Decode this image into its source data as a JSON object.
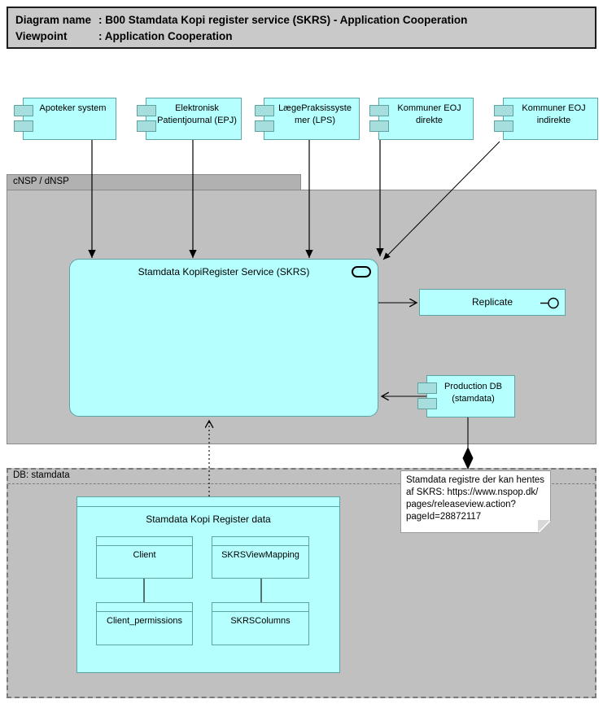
{
  "title_bar": {
    "rows": [
      {
        "label": "Diagram name",
        "value": ": B00 Stamdata Kopi register service (SKRS) - Application Cooperation"
      },
      {
        "label": "Viewpoint",
        "value": ": Application Cooperation"
      }
    ]
  },
  "components": [
    {
      "label": "Apoteker system"
    },
    {
      "label": "Elektronisk Patientjournal (EPJ)"
    },
    {
      "label": "LægePraksissystemer (LPS)"
    },
    {
      "label": "Kommuner EOJ direkte"
    },
    {
      "label": "Kommuner EOJ indirekte"
    }
  ],
  "cnsp_container": {
    "label": "cNSP / dNSP"
  },
  "skrs_service": {
    "label": "Stamdata KopiRegister Service (SKRS)"
  },
  "replicate": {
    "label": "Replicate"
  },
  "production_db": {
    "label": "Production DB (stamdata)"
  },
  "db_container": {
    "label": "DB: stamdata"
  },
  "register_data": {
    "title": "Stamdata Kopi Register data",
    "tables": [
      {
        "label": "Client"
      },
      {
        "label": "SKRSViewMapping"
      },
      {
        "label": "Client_permissions"
      },
      {
        "label": "SKRSColumns"
      }
    ]
  },
  "note": {
    "lines": [
      "Stamdata registre der kan hentes",
      "af SKRS: https://www.nspop.dk/",
      "pages/releaseview.action?",
      "pageId=28872117"
    ]
  },
  "icons": {
    "component-icon": "uml-component-tabs",
    "service-oval-icon": "rounded-ellipse",
    "interface-icon": "line-circle",
    "composition-diamond-icon": "filled-diamond"
  },
  "colors": {
    "node_fill": "#b5ffff",
    "node_border": "#5fa3a3",
    "component_tab_fill": "#a6dede",
    "group_fill": "#c0c0c0",
    "group_tab_fill": "#b1b1b1",
    "title_bar_fill": "#c9c9c9",
    "note_fill": "#ffffff",
    "connector": "#000000"
  }
}
